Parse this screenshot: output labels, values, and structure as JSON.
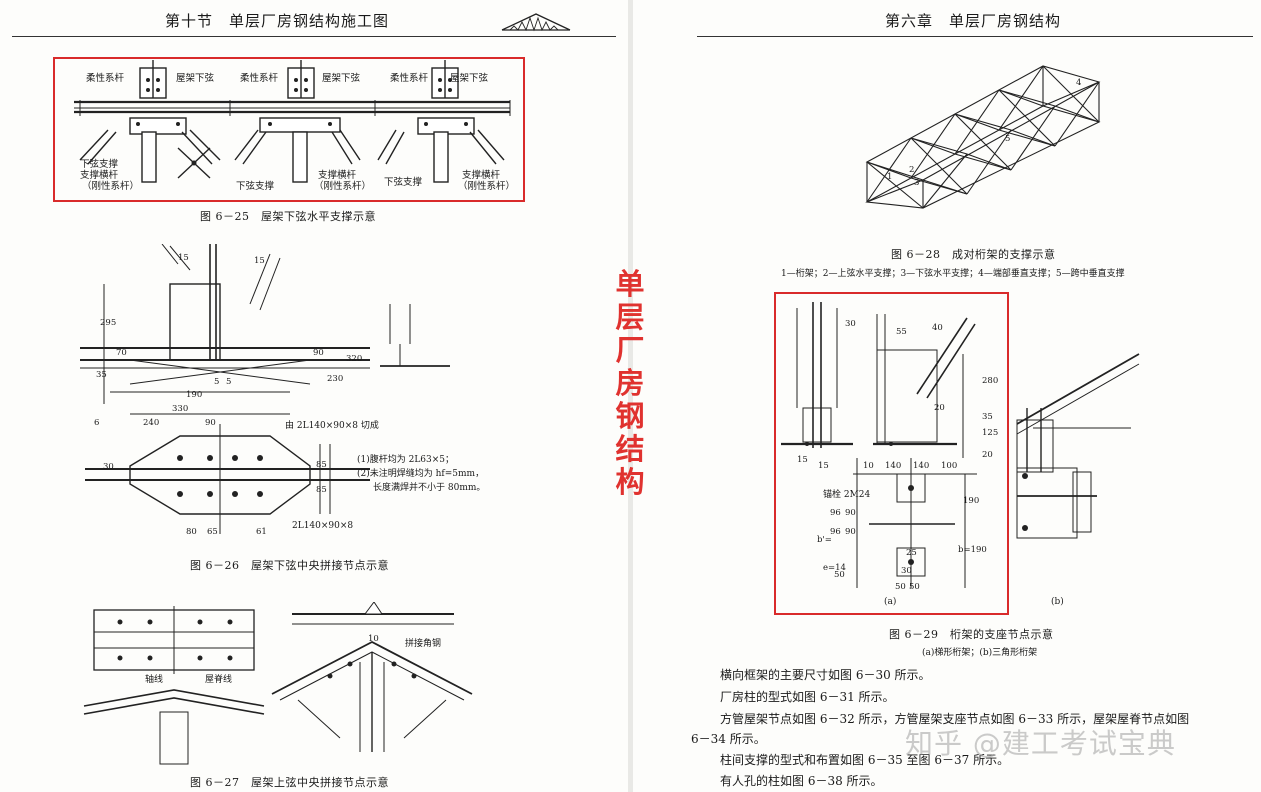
{
  "left_page": {
    "header": "第十节　单层厂房钢结构施工图",
    "fig25": {
      "caption": "图 6－25　屋架下弦水平支撑示意",
      "labels": [
        "柔性系杆",
        "屋架下弦",
        "柔性系杆",
        "屋架下弦",
        "柔性系杆",
        "屋架下弦"
      ],
      "bottom_labels": [
        "下弦支撑",
        "支撑横杆",
        "（刚性系杆）",
        "下弦支撑",
        "支撑横杆",
        "（刚性系杆）",
        "下弦支撑",
        "支撑横杆",
        "（刚性系杆）"
      ]
    },
    "fig26": {
      "caption": "图 6－26　屋架下弦中央拼接节点示意",
      "dims": [
        "15",
        "15",
        "295",
        "70",
        "90",
        "35",
        "320",
        "230",
        "190",
        "330",
        "240",
        "90",
        "6",
        "30",
        "85",
        "85",
        "80",
        "65",
        "61",
        "5",
        "5"
      ],
      "cut_note": "由 2L140×90×8 切成",
      "angle_label": "2L140×90×8",
      "notes": [
        "(1)腹杆均为 2L63×5；",
        "(2)未注明焊缝均为 hf=5mm，",
        "长度满焊并不小于 80mm。"
      ]
    },
    "fig27": {
      "caption": "图 6－27　屋架上弦中央拼接节点示意",
      "labels": [
        "轴线",
        "屋脊线",
        "拼接角钢"
      ],
      "dims": [
        "10"
      ]
    }
  },
  "right_page": {
    "header": "第六章　单层厂房钢结构",
    "fig28": {
      "caption": "图 6－28　成对桁架的支撑示意",
      "legend": "1—桁架；2—上弦水平支撑；3—下弦水平支撑；4—端部垂直支撑；5—跨中垂直支撑",
      "numbers": [
        "1",
        "2",
        "3",
        "4",
        "5"
      ]
    },
    "fig29": {
      "caption": "图 6－29　桁架的支座节点示意",
      "sub": "(a)梯形桁架；(b)三角形桁架",
      "panel_a": "(a)",
      "panel_b": "(b)",
      "bolt": "锚栓 2M24",
      "dims": [
        "30",
        "55",
        "40",
        "280",
        "20",
        "35",
        "125",
        "20",
        "15",
        "15",
        "10",
        "140",
        "140",
        "100",
        "96",
        "96",
        "90",
        "90",
        "50",
        "190",
        "b=190",
        "25",
        "30",
        "50",
        "50",
        "e=14",
        "b'="
      ]
    },
    "body": [
      "横向框架的主要尺寸如图 6－30 所示。",
      "厂房柱的型式如图 6－31 所示。",
      "方管屋架节点如图 6－32 所示，方管屋架支座节点如图 6－33 所示，屋架屋脊节点如图",
      "6－34 所示。",
      "柱间支撑的型式和布置如图 6－35 至图 6－37 所示。",
      "有人孔的柱如图 6－38 所示。"
    ]
  },
  "overlay_title": [
    "单",
    "层",
    "厂",
    "房",
    "钢",
    "结",
    "构"
  ],
  "watermark": "知乎 @建工考试宝典",
  "colors": {
    "highlight": "#d92b2b",
    "title": "#e0322f"
  }
}
